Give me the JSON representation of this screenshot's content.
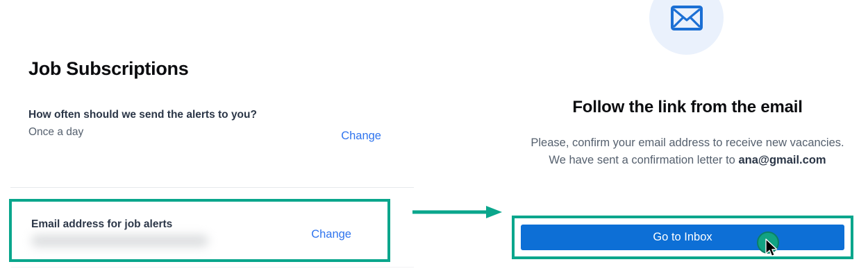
{
  "left_panel": {
    "title": "Job Subscriptions",
    "frequency": {
      "label": "How often should we send the alerts to you?",
      "value": "Once a day",
      "change_label": "Change"
    },
    "email": {
      "label": "Email address for job alerts",
      "value": "",
      "value_redacted": true,
      "change_label": "Change"
    }
  },
  "right_panel": {
    "icon": "envelope-icon",
    "heading": "Follow the link from the email",
    "body_text": "Please, confirm your email address to receive new vacancies. We have sent a confirmation letter to",
    "email": "ana@gmail.com",
    "button_label": "Go to Inbox"
  },
  "annotations": {
    "highlight_color": "#0aa68c",
    "arrow_color": "#0aa68c",
    "click_marker_color": "#12a383",
    "arrow_direction": "right"
  },
  "colors": {
    "link_blue": "#2f74ee",
    "button_blue": "#0d6fd6",
    "icon_blue": "#1b6fd4",
    "icon_bg": "#eaf1fc",
    "heading_dark": "#0b0c0f",
    "label_dark": "#2b3647",
    "body_gray": "#55606e",
    "divider_gray": "#e7e9ec",
    "page_background": "#ffffff"
  }
}
